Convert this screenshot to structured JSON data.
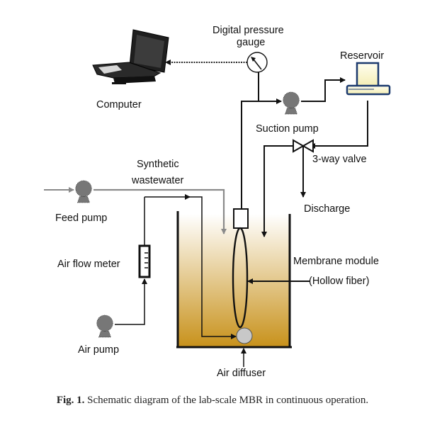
{
  "figure": {
    "title": "Schematic diagram of the lab-scale MBR in continuous operation",
    "caption_label": "Fig. 1.",
    "caption_text": " Schematic diagram of the lab-scale MBR in continuous operation."
  },
  "labels": {
    "gauge_line1": "Digital pressure",
    "gauge_line2": "gauge",
    "computer": "Computer",
    "reservoir": "Reservoir",
    "suction_pump": "Suction pump",
    "valve": "3-way valve",
    "synthetic_line1": "Synthetic",
    "synthetic_line2": "wastewater",
    "feed_pump": "Feed pump",
    "discharge": "Discharge",
    "air_flow_meter": "Air flow meter",
    "membrane_line1": "Membrane module",
    "membrane_line2": "(Hollow fiber)",
    "air_pump": "Air pump",
    "air_diffuser": "Air diffuser"
  },
  "colors": {
    "line": "#111111",
    "feed_line": "#8a8a8a",
    "pump_fill": "#7a7a7a",
    "sludge_top": "#ffffff",
    "sludge_bottom": "#c8921c",
    "reservoir_stroke": "#1c3a6e",
    "reservoir_fill": "#fbf6d0",
    "diffuser_fill": "#c8c8c8"
  },
  "icons": [
    "laptop-computer-icon",
    "pressure-gauge-icon",
    "pump-icon",
    "reservoir-icon",
    "three-way-valve-icon",
    "flow-meter-icon",
    "membrane-module-icon",
    "air-diffuser-icon"
  ]
}
